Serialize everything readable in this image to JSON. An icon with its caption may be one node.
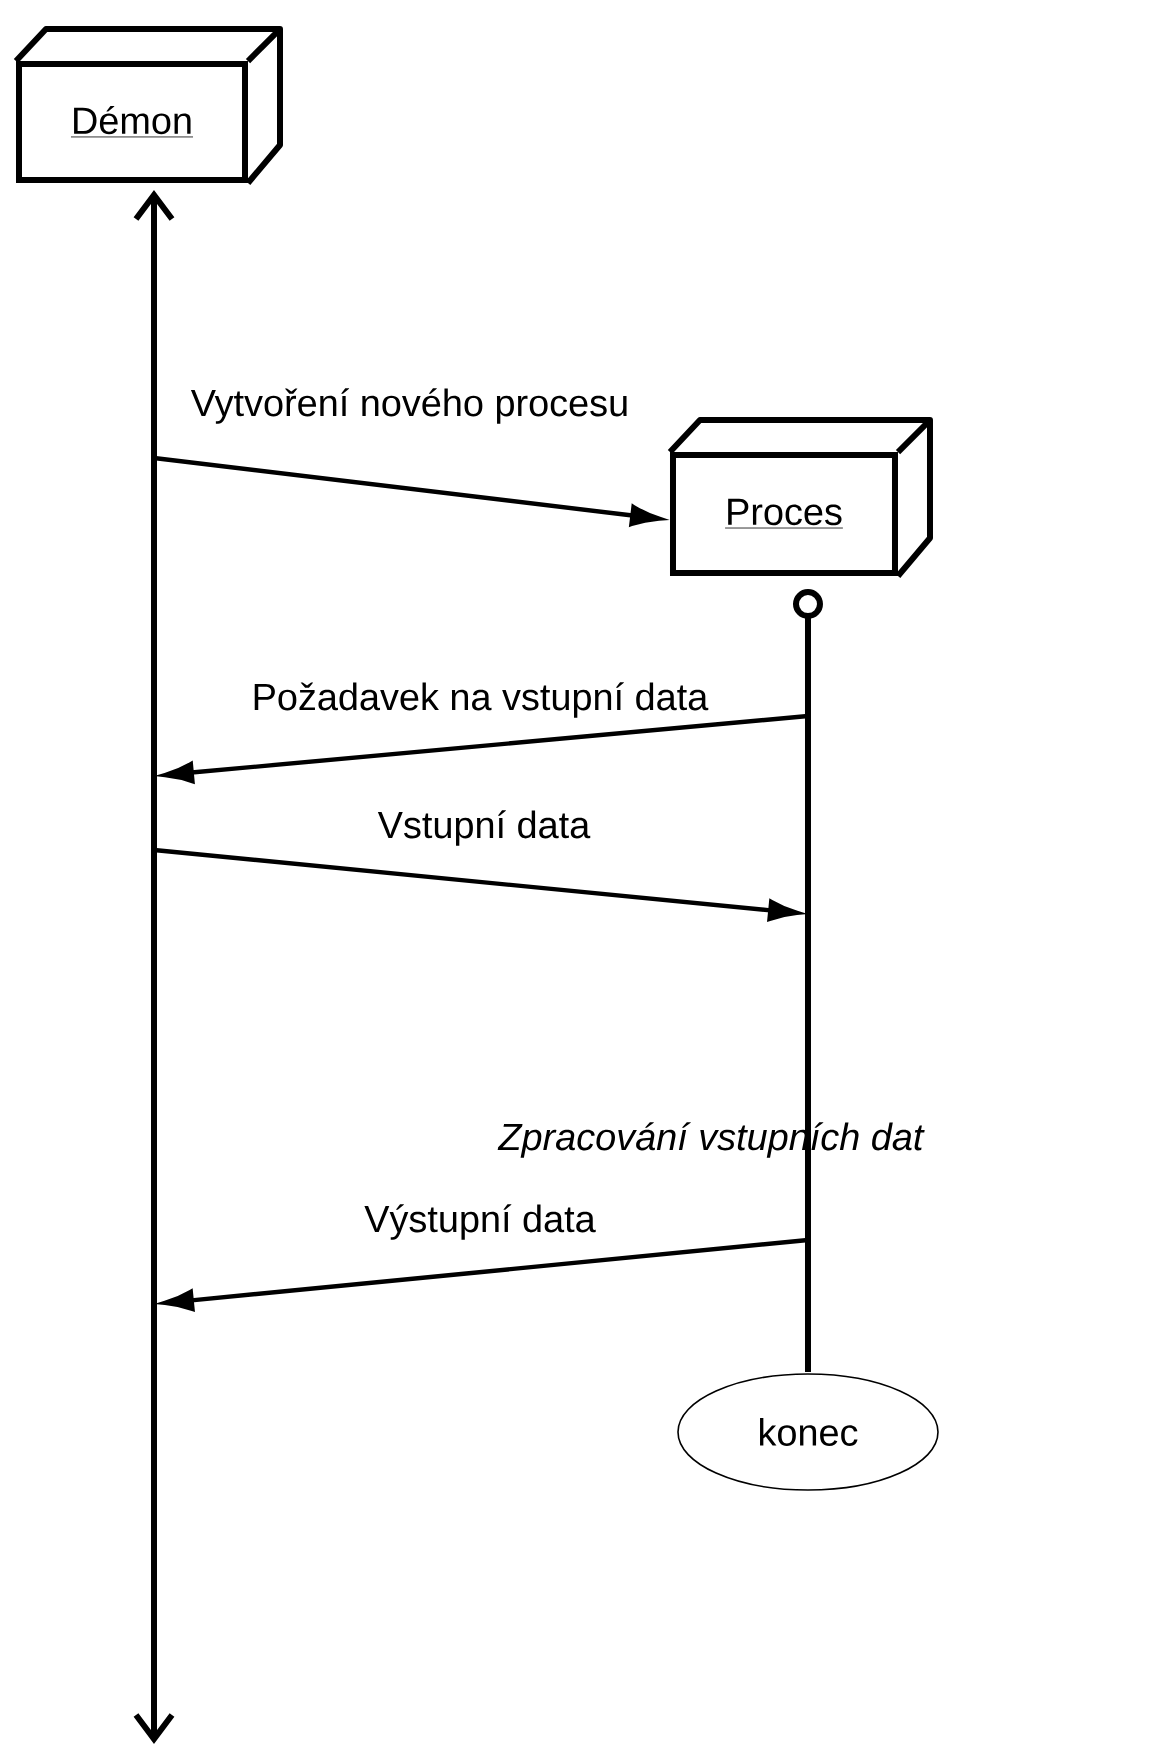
{
  "diagram": {
    "nodes": [
      {
        "text": [
          "Démon"
        ]
      },
      {
        "text": [],
        "shape": "bar"
      },
      {
        "text": [
          "Proces"
        ]
      },
      {
        "text": [],
        "shape": "bar",
        "beside": [
          "Zpracování vstupních dat"
        ]
      },
      {
        "text": [
          "konec"
        ]
      }
    ],
    "edges": [
      {
        "from": 1,
        "to": 2,
        "arrow": "to",
        "label": "Vytvoření nového procesu"
      },
      {
        "from": 3,
        "to": 1,
        "arrow": "to",
        "label": "Požadavek na vstupní data"
      },
      {
        "from": 1,
        "to": 3,
        "arrow": "to",
        "label": "Vstupní data"
      },
      {
        "from": 3,
        "to": 1,
        "arrow": "to",
        "label": "Výstupní data"
      }
    ]
  }
}
